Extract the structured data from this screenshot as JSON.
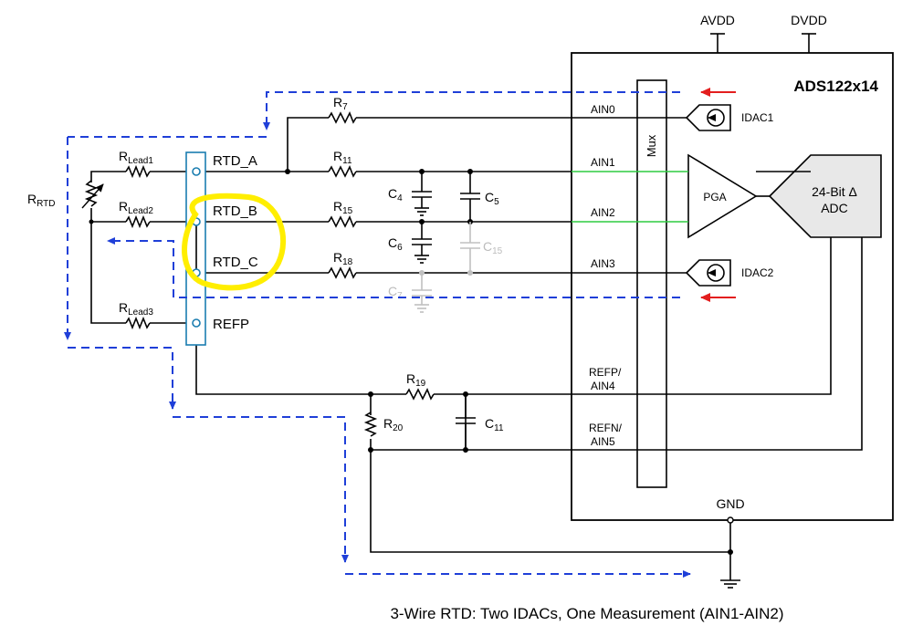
{
  "chip": {
    "name": "ADS122x14",
    "supply_a": "AVDD",
    "supply_d": "DVDD",
    "ground": "GND",
    "mux": "Mux",
    "pga": "PGA",
    "adc_line1": "24-Bit Δ",
    "adc_line2": "ADC"
  },
  "pins": {
    "ain0": "AIN0",
    "ain1": "AIN1",
    "ain2": "AIN2",
    "ain3": "AIN3",
    "refp_1": "REFP/",
    "refp_2": "AIN4",
    "refn_1": "REFN/",
    "refn_2": "AIN5"
  },
  "idacs": {
    "idac1": "IDAC1",
    "idac2": "IDAC2"
  },
  "connector": {
    "rtd_a": "RTD_A",
    "rtd_b": "RTD_B",
    "rtd_c": "RTD_C",
    "refp": "REFP"
  },
  "resistors": {
    "rrtd": {
      "main": "R",
      "sub": "RTD"
    },
    "rlead1": {
      "main": "R",
      "sub": "Lead1"
    },
    "rlead2": {
      "main": "R",
      "sub": "Lead2"
    },
    "rlead3": {
      "main": "R",
      "sub": "Lead3"
    },
    "r7": {
      "main": "R",
      "sub": "7"
    },
    "r11": {
      "main": "R",
      "sub": "11"
    },
    "r15": {
      "main": "R",
      "sub": "15"
    },
    "r18": {
      "main": "R",
      "sub": "18"
    },
    "r19": {
      "main": "R",
      "sub": "19"
    },
    "r20": {
      "main": "R",
      "sub": "20"
    }
  },
  "capacitors": {
    "c4": {
      "main": "C",
      "sub": "4"
    },
    "c5": {
      "main": "C",
      "sub": "5"
    },
    "c6": {
      "main": "C",
      "sub": "6"
    },
    "c7": {
      "main": "C",
      "sub": "7"
    },
    "c11": {
      "main": "C",
      "sub": "11"
    },
    "c15": {
      "main": "C",
      "sub": "15"
    }
  },
  "caption": "3-Wire RTD: Two IDACs, One Measurement (AIN1-AIN2)",
  "colors": {
    "current_path": "#1f3fd8",
    "current_arrow": "#e31e1e",
    "highlight": "#ffee00",
    "measure_wire": "#2ecc40",
    "connector": "#1a7db0",
    "unpopulated": "#c0c0c0"
  }
}
